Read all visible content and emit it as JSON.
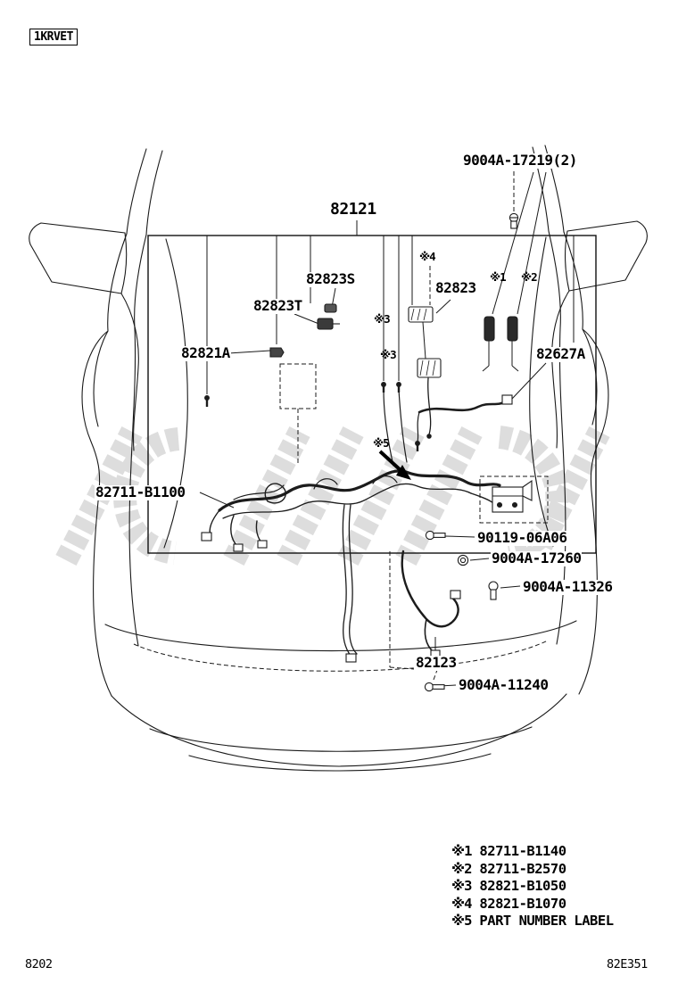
{
  "title_block": {
    "model_code": "1KRVET"
  },
  "diagram": {
    "main_part": "82121",
    "callouts": {
      "bolt_top": "9004A-17219(2)",
      "p82823S": "82823S",
      "p82823T": "82823T",
      "p82823": "82823",
      "p82821A": "82821A",
      "p82627A": "82627A",
      "p82711B1100": "82711-B1100",
      "p9011906A06": "90119-06A06",
      "p9004A17260": "9004A-17260",
      "p9004A11326": "9004A-11326",
      "p82123": "82123",
      "p9004A11240": "9004A-11240"
    },
    "ref_marks": {
      "r1": "※1",
      "r2": "※2",
      "r3": "※3",
      "r4": "※4",
      "r5": "※5"
    }
  },
  "legend": {
    "items": [
      {
        "ref": "※1",
        "part": "82711-B1140"
      },
      {
        "ref": "※2",
        "part": "82711-B2570"
      },
      {
        "ref": "※3",
        "part": "82821-B1050"
      },
      {
        "ref": "※4",
        "part": "82821-B1070"
      },
      {
        "ref": "※5",
        "part": "PART NUMBER LABEL"
      }
    ]
  },
  "footer": {
    "page_code": "8202",
    "figure_code": "82E351"
  }
}
